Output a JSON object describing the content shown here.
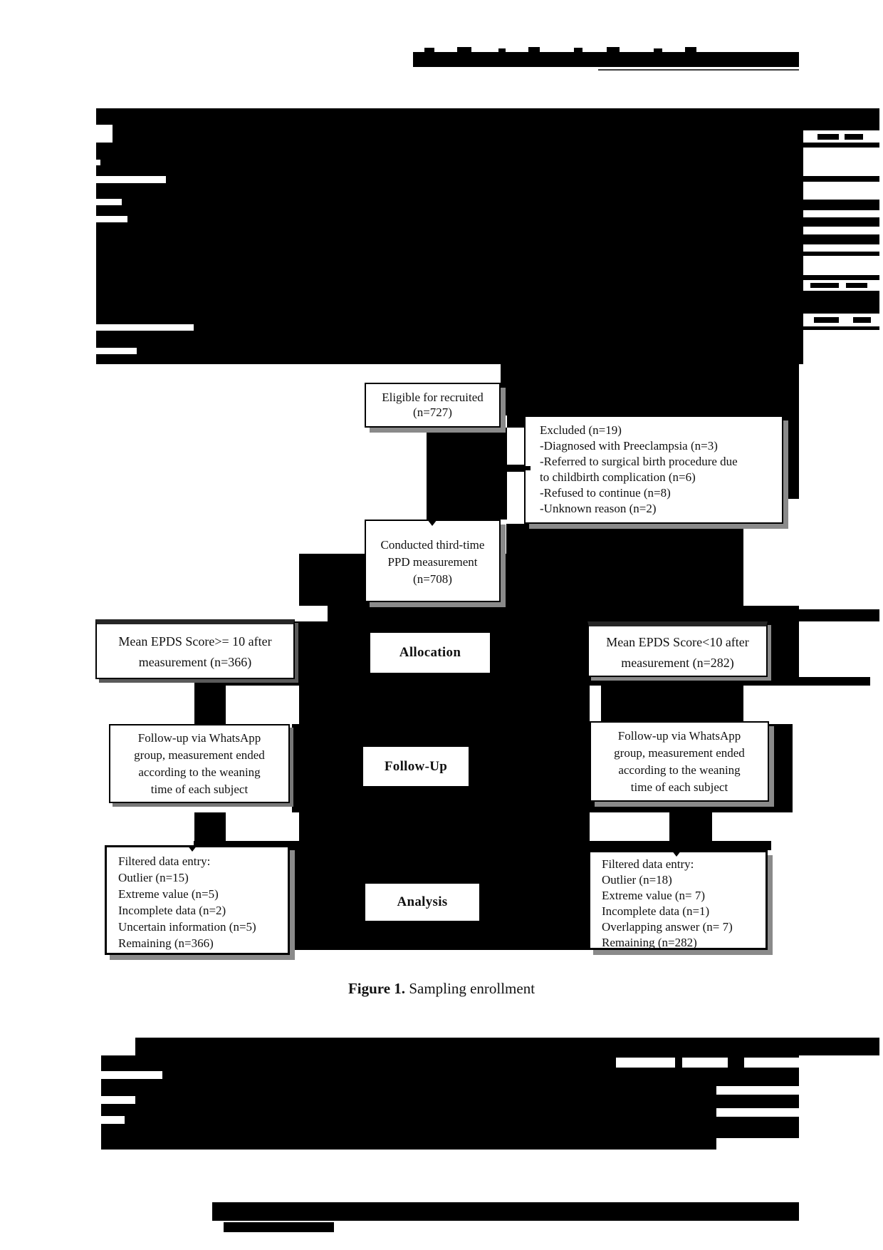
{
  "page": {
    "kind": "scanned journal page, body text redacted with black bars, flowchart figure visible"
  },
  "figure": {
    "caption": {
      "label": "Figure 1.",
      "text": " Sampling enrollment"
    },
    "stage_labels": {
      "allocation": "Allocation",
      "followup": "Follow-Up",
      "analysis": "Analysis"
    },
    "boxes": {
      "eligible": "Eligible for recruited\n(n=727)",
      "excluded": "Excluded (n=19)\n-Diagnosed with Preeclampsia (n=3)\n-Referred to surgical birth procedure due\nto childbirth complication (n=6)\n-Refused to continue (n=8)\n-Unknown reason (n=2)",
      "conducted": "Conducted third-time\nPPD measurement\n(n=708)",
      "allocation_left": "Mean EPDS Score>= 10 after\nmeasurement (n=366)",
      "allocation_right": "Mean EPDS Score<10 after\nmeasurement (n=282)",
      "followup_left": "Follow-up via WhatsApp\ngroup, measurement ended\naccording to the weaning\ntime of each subject",
      "followup_right": "Follow-up via WhatsApp\ngroup, measurement ended\naccording to the weaning\ntime of each subject",
      "analysis_left": "Filtered data entry:\nOutlier (n=15)\nExtreme value (n=5)\nIncomplete data (n=2)\nUncertain information (n=5)\nRemaining (n=366)",
      "analysis_right": "Filtered data entry:\nOutlier (n=18)\nExtreme value (n= 7)\nIncomplete data (n=1)\nOverlapping answer (n= 7)\nRemaining (n=282)"
    }
  },
  "colors": {
    "redaction": "#000000",
    "page": "#ffffff",
    "box_border": "#000000",
    "box_shadow": "#8a8a8a",
    "text": "#111111"
  }
}
